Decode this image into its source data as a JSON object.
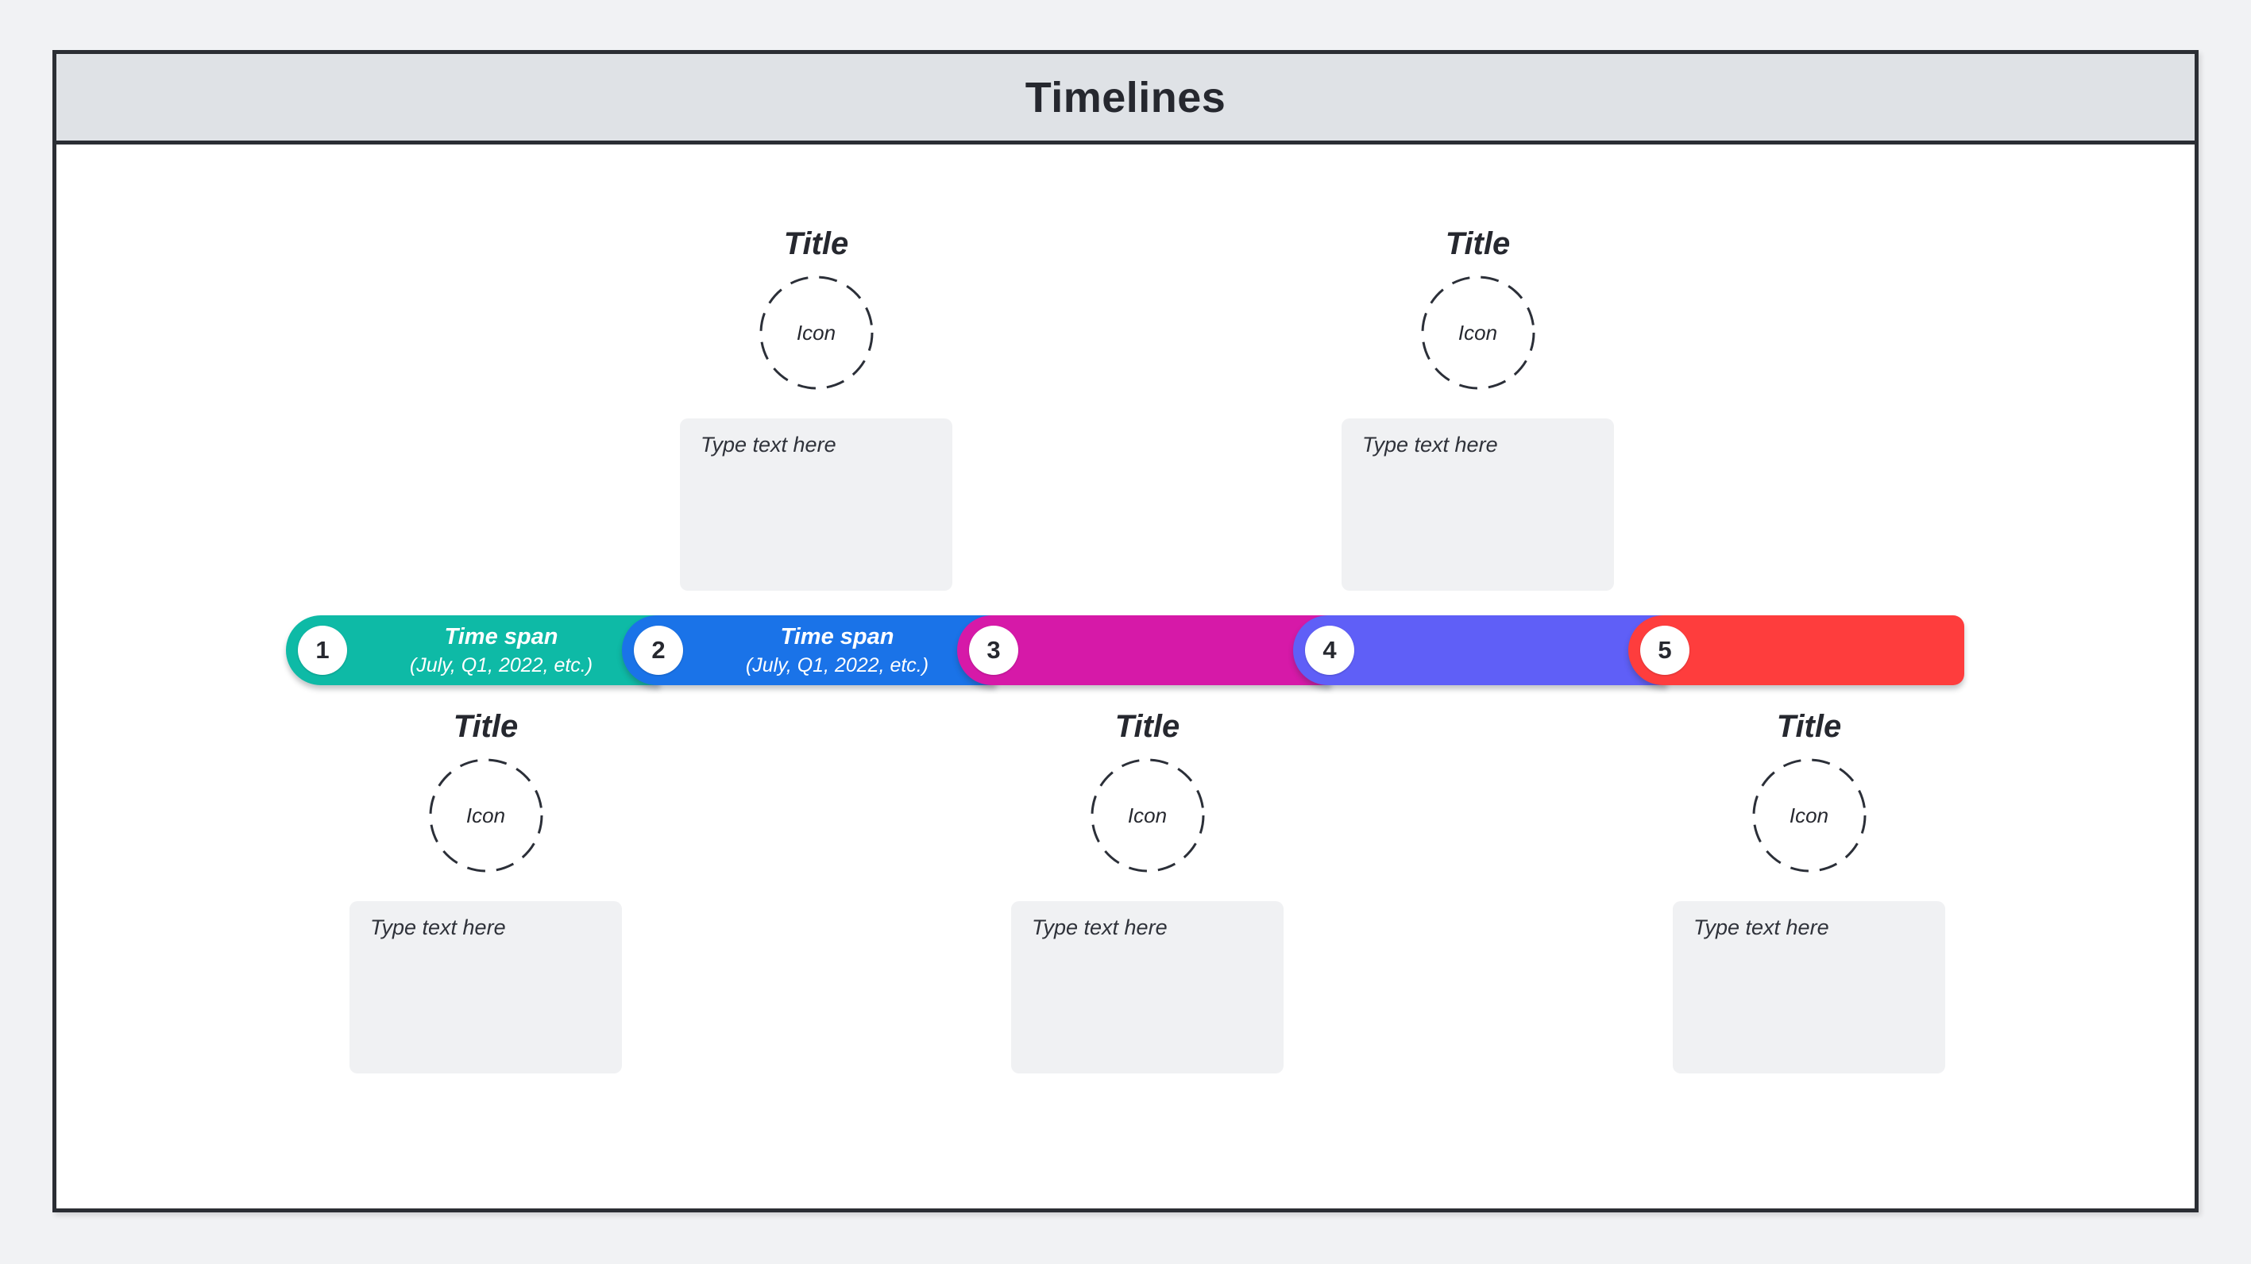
{
  "header": {
    "title": "Timelines"
  },
  "colors": {
    "page_bg": "#f1f2f4",
    "frame_border": "#2b2e34",
    "header_bg": "#dfe2e6",
    "canvas_bg": "#ffffff",
    "ink": "#26282f",
    "textbox_bg": "#f0f1f3"
  },
  "timeline": {
    "segments": [
      {
        "number": "1",
        "color": "#0ebaa6",
        "label": "Time span",
        "sublabel": "(July, Q1, 2022, etc.)"
      },
      {
        "number": "2",
        "color": "#1a73e8",
        "label": "Time span",
        "sublabel": "(July, Q1, 2022, etc.)"
      },
      {
        "number": "3",
        "color": "#d619a8",
        "label": "",
        "sublabel": ""
      },
      {
        "number": "4",
        "color": "#5f5ff7",
        "label": "",
        "sublabel": ""
      },
      {
        "number": "5",
        "color": "#fe3d3d",
        "label": "",
        "sublabel": ""
      }
    ]
  },
  "milestones": [
    {
      "title": "Title",
      "icon_label": "Icon",
      "text_placeholder": "Type text here"
    },
    {
      "title": "Title",
      "icon_label": "Icon",
      "text_placeholder": "Type text here"
    },
    {
      "title": "Title",
      "icon_label": "Icon",
      "text_placeholder": "Type text here"
    },
    {
      "title": "Title",
      "icon_label": "Icon",
      "text_placeholder": "Type text here"
    },
    {
      "title": "Title",
      "icon_label": "Icon",
      "text_placeholder": "Type text here"
    }
  ]
}
